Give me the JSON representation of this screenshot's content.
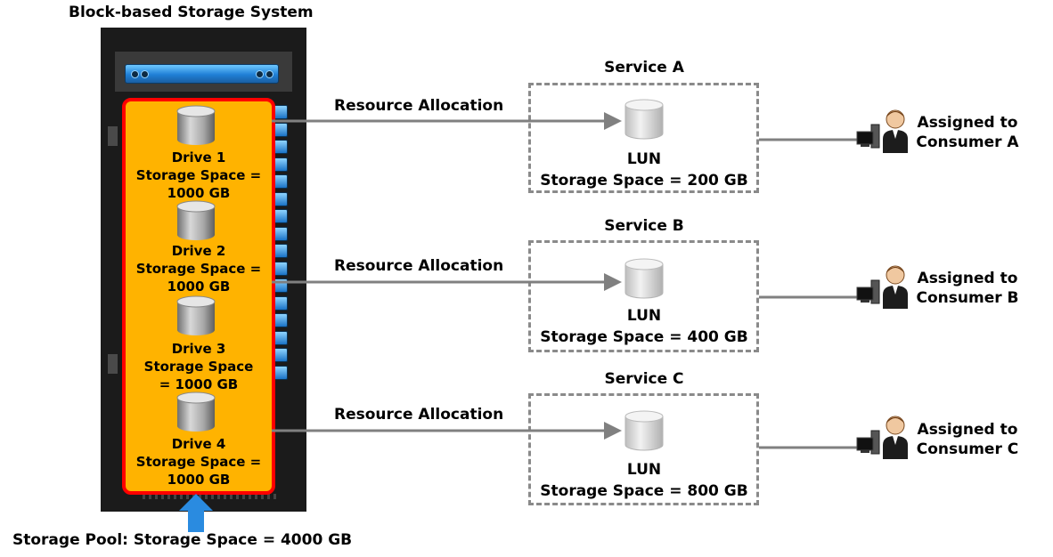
{
  "system_title": "Block-based Storage System",
  "drives": [
    {
      "name": "Drive 1",
      "space_line1": "Storage Space =",
      "space_line2": "1000 GB"
    },
    {
      "name": "Drive 2",
      "space_line1": "Storage Space =",
      "space_line2": "1000 GB"
    },
    {
      "name": "Drive 3",
      "space_line1": "Storage Space",
      "space_line2": "= 1000 GB"
    },
    {
      "name": "Drive 4",
      "space_line1": "Storage Space =",
      "space_line2": "1000 GB"
    }
  ],
  "pool_label": "Storage Pool: Storage Space = 4000 GB",
  "allocation_label": "Resource Allocation",
  "services": [
    {
      "title": "Service A",
      "lun": "LUN",
      "space": "Storage Space = 200 GB",
      "consumer_line1": "Assigned to",
      "consumer_line2": "Consumer A"
    },
    {
      "title": "Service B",
      "lun": "LUN",
      "space": "Storage Space = 400 GB",
      "consumer_line1": "Assigned to",
      "consumer_line2": "Consumer B"
    },
    {
      "title": "Service C",
      "lun": "LUN",
      "space": "Storage Space = 800 GB",
      "consumer_line1": "Assigned to",
      "consumer_line2": "Consumer C"
    }
  ],
  "colors": {
    "pool_fill": "#ffb300",
    "pool_border": "#ff0000",
    "pool_arrow": "#2a8be0",
    "connector": "#808080"
  }
}
